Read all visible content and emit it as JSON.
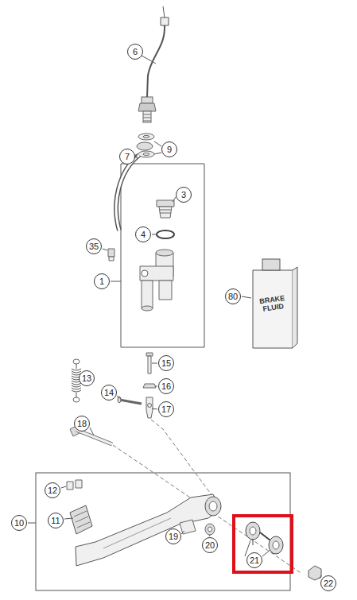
{
  "diagram": {
    "nodes": [
      {
        "text": [
          "6"
        ]
      },
      {
        "text": [
          "9"
        ]
      },
      {
        "text": [
          "7"
        ]
      },
      {
        "text": [
          "3"
        ]
      },
      {
        "text": [
          "4"
        ]
      },
      {
        "text": [
          "35"
        ]
      },
      {
        "text": [
          "1"
        ]
      },
      {
        "text": [
          "80"
        ]
      },
      {
        "text": [
          "15"
        ]
      },
      {
        "text": [
          "13"
        ]
      },
      {
        "text": [
          "16"
        ]
      },
      {
        "text": [
          "14"
        ]
      },
      {
        "text": [
          "17"
        ]
      },
      {
        "text": [
          "18"
        ]
      },
      {
        "text": [
          "12"
        ]
      },
      {
        "text": [
          "10"
        ]
      },
      {
        "text": [
          "11"
        ]
      },
      {
        "text": [
          "19"
        ]
      },
      {
        "text": [
          "20"
        ]
      },
      {
        "text": [
          "21"
        ]
      },
      {
        "text": [
          "22"
        ]
      }
    ],
    "labels": [
      "BRAKE FLUID"
    ]
  }
}
